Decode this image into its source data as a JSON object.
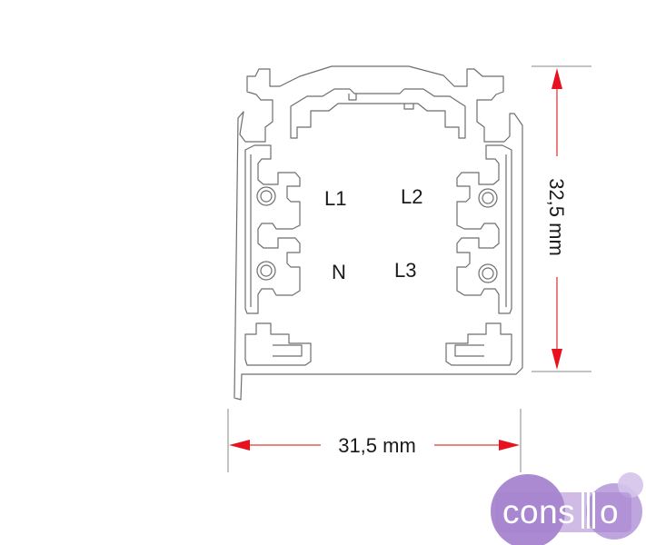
{
  "diagram": {
    "conductors": {
      "l1": "L1",
      "l2": "L2",
      "n": "N",
      "l3": "L3"
    },
    "dimensions": {
      "width": "31,5 mm",
      "height": "32,5 mm"
    }
  },
  "logo": {
    "text": "cons",
    "text_end": "o"
  },
  "colors": {
    "profile_stroke": "#6e6e6e",
    "dimension_arrow": "#e8121f",
    "logo_purple": "#a884cf",
    "logo_light": "#d5c3ea"
  }
}
